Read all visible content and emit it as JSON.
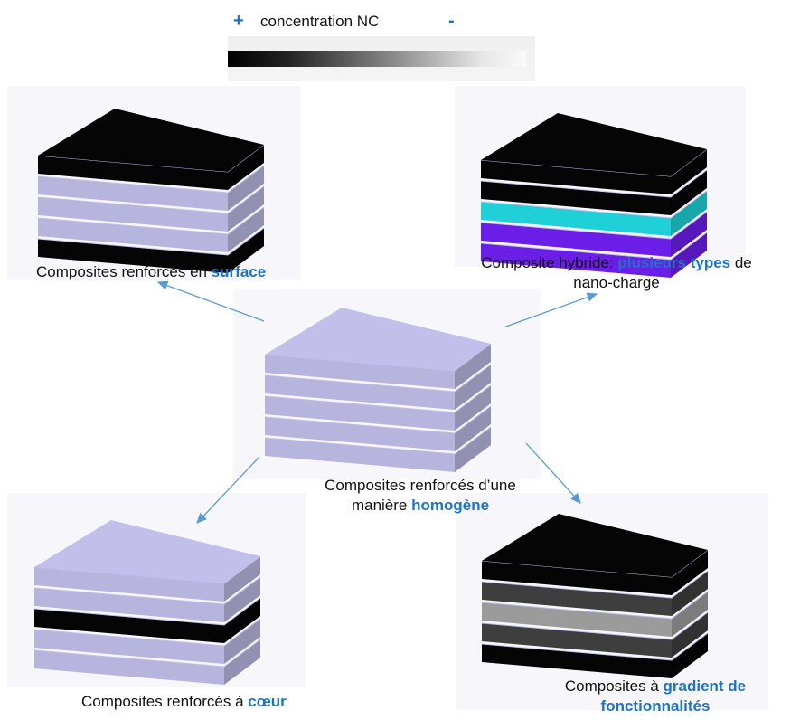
{
  "legend": {
    "plus": "+",
    "title": "concentration NC",
    "minus": "-"
  },
  "labels": {
    "surface": {
      "prefix": "Composites renforcés en ",
      "highlight": "surface",
      "suffix": ""
    },
    "hybrid": {
      "prefix": "Composite hybride: ",
      "highlight": "plusieurs types",
      "suffix": " de",
      "line2": "nano-charge"
    },
    "homogeneous": {
      "line1": "Composites renforcés d’une",
      "prefix": "manière ",
      "highlight": "homogène"
    },
    "core": {
      "prefix": "Composites renforcés à ",
      "highlight": "cœur"
    },
    "gradient": {
      "prefix": "Composites à ",
      "highlight": "gradient de",
      "line2": "fonctionnalités"
    }
  },
  "colors": {
    "highlight": "#1f73c4",
    "lavender": "#b7b5de",
    "black": "#050505",
    "cyan": "#1fd0d6",
    "violet": "#6b1ee8",
    "dark_gray": "#3e3e3e",
    "light_gray": "#9b9b9b",
    "arrow": "#5b9bd5"
  },
  "stacks": {
    "surface": {
      "layers": [
        "black",
        "lavender",
        "lavender",
        "lavender",
        "black"
      ]
    },
    "hybrid": {
      "layers": [
        "black",
        "black",
        "cyan",
        "violet",
        "violet"
      ]
    },
    "homogeneous": {
      "layers": [
        "lavender",
        "lavender",
        "lavender",
        "lavender",
        "lavender"
      ]
    },
    "core": {
      "layers": [
        "lavender",
        "lavender",
        "black",
        "lavender",
        "lavender"
      ]
    },
    "gradient": {
      "layers": [
        "black",
        "dark_gray",
        "light_gray",
        "dark_gray",
        "black"
      ]
    }
  }
}
